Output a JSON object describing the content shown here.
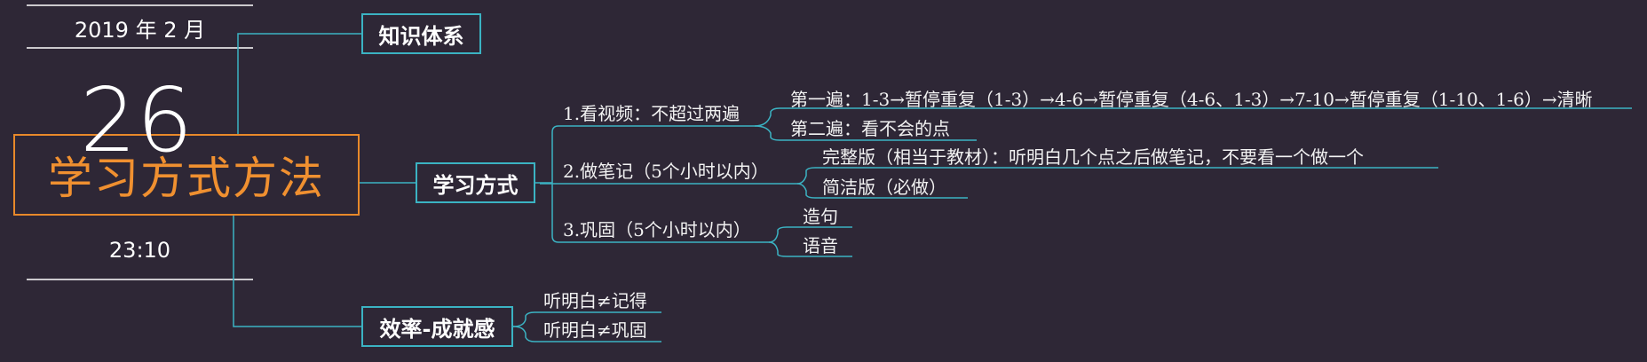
{
  "date": "2019 年 2 月",
  "day": "26",
  "time": "23:10",
  "root": "学习方式方法",
  "branch_knowledge": "知识体系",
  "branch_method": "学习方式",
  "branch_efficiency": "效率-成就感",
  "sub": {
    "video": "1.看视频：不超过两遍",
    "notes": "2.做笔记（5个小时以内）",
    "consolidate": "3.巩固（5个小时以内）"
  },
  "leaves": {
    "video_pass1": "第一遍：1-3→暂停重复（1-3）→4-6→暂停重复（4-6、1-3）→7-10→暂停重复（1-10、1-6）→清晰",
    "video_pass2": "第二遍：看不会的点",
    "notes_full": "完整版（相当于教材）：听明白几个点之后做笔记，不要看一个做一个",
    "notes_brief": "简洁版（必做）",
    "consolidate_sentence": "造句",
    "consolidate_voice": "语音",
    "eff_1": "听明白≠记得",
    "eff_2": "听明白≠巩固"
  },
  "colors": {
    "background": "#2e2736",
    "root_border": "#e8892a",
    "root_text": "#f09030",
    "connector": "#3bb3c3",
    "text": "#f2f2f2"
  }
}
